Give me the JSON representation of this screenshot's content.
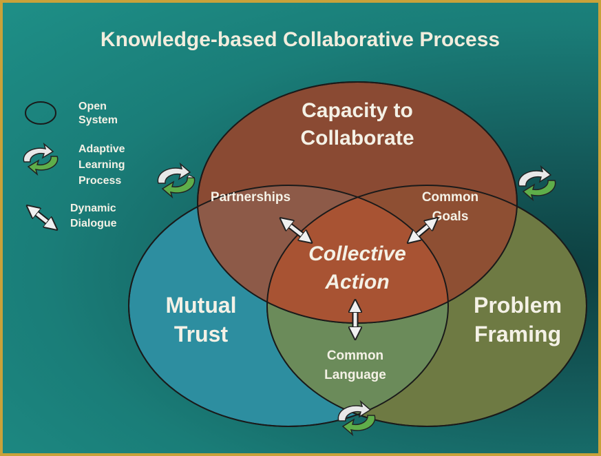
{
  "title": "Knowledge-based Collaborative Process",
  "legend": {
    "open_system": [
      "Open",
      "System"
    ],
    "adaptive_learning": [
      "Adaptive",
      "Learning",
      "Process"
    ],
    "dynamic_dialogue": [
      "Dynamic",
      "Dialogue"
    ]
  },
  "circles": {
    "capacity": [
      "Capacity to",
      "Collaborate"
    ],
    "mutual_trust": [
      "Mutual",
      "Trust"
    ],
    "problem_framing": [
      "Problem",
      "Framing"
    ]
  },
  "inner": {
    "partnerships": "Partnerships",
    "common_goals": [
      "Common",
      "Goals"
    ],
    "collective_action": [
      "Collective",
      "Action"
    ],
    "common_language": [
      "Common",
      "Language"
    ]
  },
  "colors": {
    "capacity_fill": "#8a4a33",
    "trust_fill": "#2d8ea0",
    "framing_fill": "#6e7a43",
    "center_fill": "#a85333",
    "arrow_green": "#5fae4a",
    "arrow_white": "#e8e8e8"
  }
}
